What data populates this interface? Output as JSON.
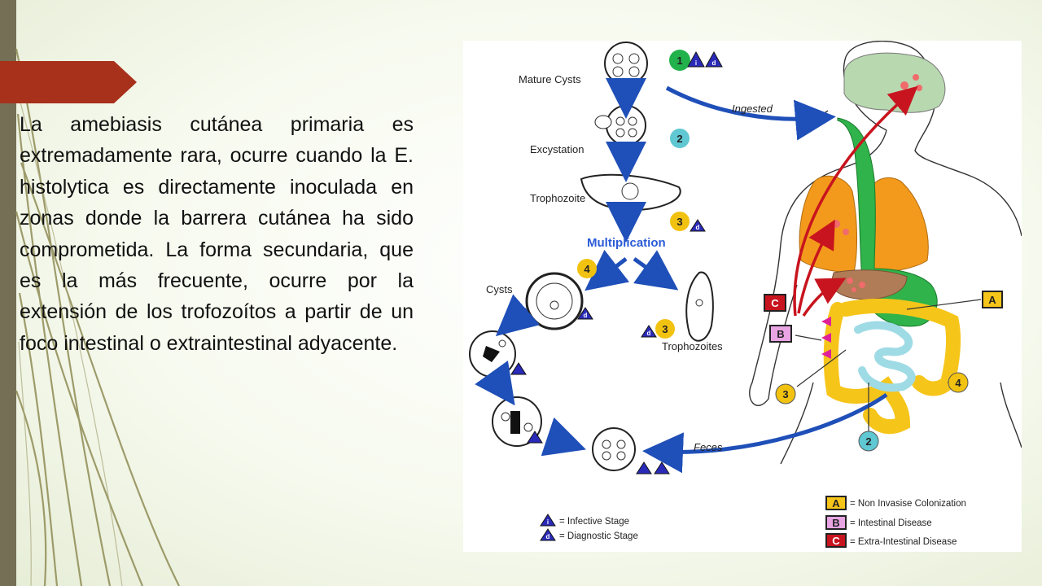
{
  "slide": {
    "paragraph": "La amebiasis cutánea primaria es extremadamente rara, ocurre cuando la E. histolytica es directamente inoculada en zonas donde la barrera cutánea ha sido comprometida. La forma secundaria, que es la más frecuente, ocurre por la extensión de los trofozoítos a partir de un foco intestinal o extraintestinal adyacente."
  },
  "colors": {
    "accent": "#a8311b",
    "sidebar": "#746f55",
    "stem": "#8f8c55",
    "arrow_blue": "#1f4fb8",
    "arrow_red": "#c8141e",
    "badge_green": "#22b24c",
    "badge_teal": "#5fc8d2",
    "badge_yellow": "#f2c211",
    "lung_orange": "#f39a1c",
    "brain_green": "#b8d8b0",
    "gut_green": "#2fb34a",
    "colon_yellow": "#f6c51a",
    "small_int_blue": "#9edbe5",
    "liver_brown": "#b07b57"
  },
  "diagram": {
    "labels": {
      "mature_cysts": "Mature Cysts",
      "excystation": "Excystation",
      "trophozoite": "Trophozoite",
      "multiplication": "Multiplication",
      "cysts": "Cysts",
      "trophozoites": "Trophozoites",
      "ingested": "Ingested",
      "feces": "Feces"
    },
    "stage_numbers": [
      "1",
      "2",
      "3",
      "3",
      "4",
      "3",
      "4",
      "2"
    ],
    "badge_letters": {
      "i": "i",
      "d": "d"
    },
    "letters": {
      "a": "A",
      "b": "B",
      "c": "C"
    },
    "legend": {
      "infective": "= Infective Stage",
      "diagnostic": "= Diagnostic Stage",
      "a": "= Non Invasise Colonization",
      "b": "= Intestinal Disease",
      "c": "= Extra-Intestinal Disease"
    }
  }
}
